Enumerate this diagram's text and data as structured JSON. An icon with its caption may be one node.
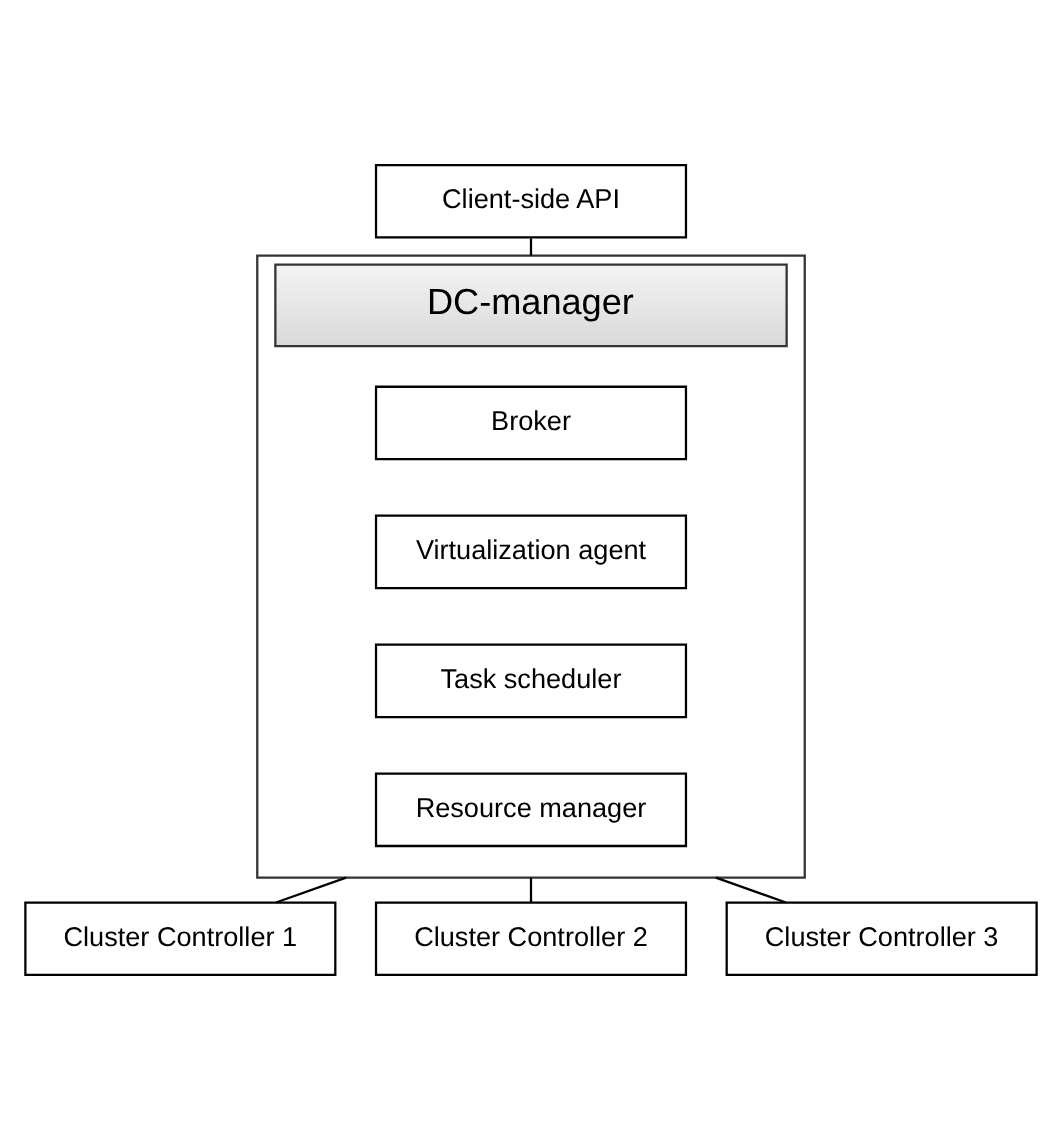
{
  "diagram": {
    "nodes": [
      {
        "text": [
          "Client-side API"
        ]
      },
      {
        "text": [
          "DC-manager"
        ]
      },
      {
        "text": [
          "Broker"
        ],
        "in": 1
      },
      {
        "text": [
          "Virtualization agent"
        ],
        "in": 1
      },
      {
        "text": [
          "Task scheduler"
        ],
        "in": 1
      },
      {
        "text": [
          "Resource manager"
        ],
        "in": 1
      },
      {
        "text": [
          "Cluster Controller 1"
        ]
      },
      {
        "text": [
          "Cluster Controller 2"
        ]
      },
      {
        "text": [
          "Cluster Controller 3"
        ]
      }
    ],
    "edges": [
      {
        "from": 0,
        "to": 1,
        "arrow": "none"
      },
      {
        "from": 1,
        "to": 6,
        "arrow": "none"
      },
      {
        "from": 1,
        "to": 7,
        "arrow": "none"
      },
      {
        "from": 1,
        "to": 8,
        "arrow": "none"
      }
    ]
  }
}
